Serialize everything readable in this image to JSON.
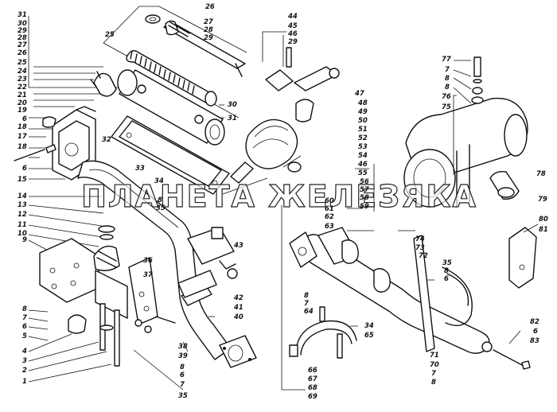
{
  "watermark": "ПЛАНЕТА ЖЕЛЕЗЯКА",
  "callouts": {
    "c31a": "31",
    "c30": "30",
    "c29a": "29",
    "c28a": "28",
    "c27a": "27",
    "c26a": "26",
    "c25a": "25",
    "c24": "24",
    "c23": "23",
    "c22": "22",
    "c21": "21",
    "c20": "20",
    "c19": "19",
    "c6a": "6",
    "c18a": "18",
    "c17": "17",
    "c18b": "18",
    "c6b": "6",
    "c15": "15",
    "c14": "14",
    "c13": "13",
    "c12": "12",
    "c11": "11",
    "c10": "10",
    "c9": "9",
    "c8a": "8",
    "c7a": "7",
    "c6c": "6",
    "c5": "5",
    "c4": "4",
    "c3": "3",
    "c2": "2",
    "c1": "1",
    "c26b": "26",
    "c27b": "27",
    "c28b": "28",
    "c29b": "29",
    "c25b": "25",
    "c30b": "30",
    "c31b": "31",
    "c32": "32",
    "c33": "33",
    "c34a": "34",
    "c8b": "8",
    "c35a": "35",
    "c44": "44",
    "c45": "45",
    "c46a": "46",
    "c29c": "29",
    "c47": "47",
    "c48": "48",
    "c49": "49",
    "c50": "50",
    "c51": "51",
    "c52": "52",
    "c53": "53",
    "c54": "54",
    "c46b": "46",
    "c55": "55",
    "c56": "56",
    "c57": "57",
    "c58": "58",
    "c59": "59",
    "c60": "60",
    "c61": "61",
    "c62": "62",
    "c63": "63",
    "c77": "77",
    "c7b": "7",
    "c8c": "8",
    "c8d": "8",
    "c76": "76",
    "c75": "75",
    "c78": "78",
    "c79": "79",
    "c80": "80",
    "c81": "81",
    "c74": "74",
    "c73": "73",
    "c72": "72",
    "c35b": "35",
    "c8e": "8",
    "c6d": "6",
    "c43": "43",
    "c36": "36",
    "c37": "37",
    "c42": "42",
    "c41": "41",
    "c40": "40",
    "c38": "38",
    "c39": "39",
    "c8f": "8",
    "c6e": "6",
    "c7c": "7",
    "c35c": "35",
    "c8g": "8",
    "c7d": "7",
    "c64": "64",
    "c34b": "34",
    "c65": "65",
    "c66": "66",
    "c67": "67",
    "c68": "68",
    "c69": "69",
    "c71": "71",
    "c70": "70",
    "c7e": "7",
    "c8h": "8",
    "c82": "82",
    "c6f": "6",
    "c83": "83"
  }
}
